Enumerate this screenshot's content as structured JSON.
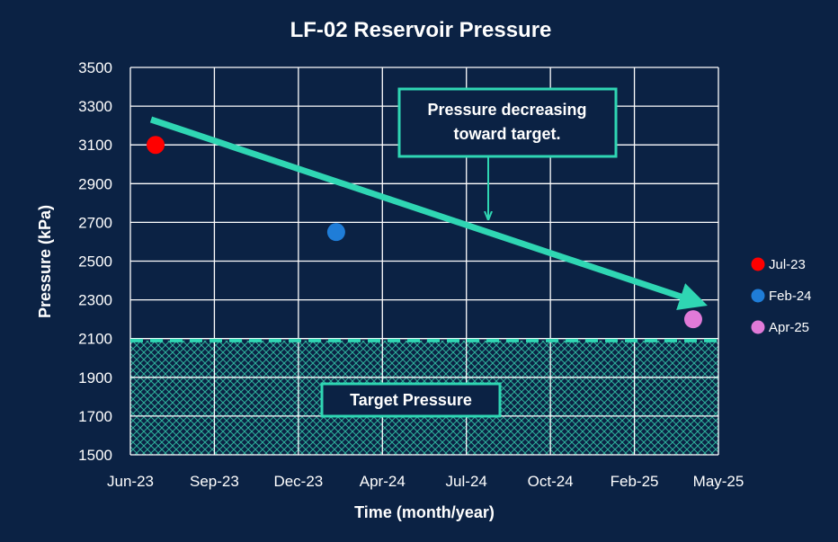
{
  "chart_data": {
    "type": "scatter",
    "title": "LF-02 Reservoir Pressure",
    "xlabel": "Time (month/year)",
    "ylabel": "Pressure (kPa)",
    "x_ticks": [
      "Jun-23",
      "Sep-23",
      "Dec-23",
      "Apr-24",
      "Jul-24",
      "Oct-24",
      "Feb-25",
      "May-25"
    ],
    "y_ticks": [
      1500,
      1700,
      1900,
      2100,
      2300,
      2500,
      2700,
      2900,
      3100,
      3300,
      3500
    ],
    "ylim": [
      1500,
      3500
    ],
    "xlim": [
      "2023-06-01",
      "2025-05-01"
    ],
    "grid": true,
    "legend_position": "right",
    "series": [
      {
        "name": "Jul-23",
        "x": "2023-07-01",
        "y": 3100,
        "color": "#ff0000"
      },
      {
        "name": "Feb-24",
        "x": "2024-02-01",
        "y": 2650,
        "color": "#1f7dd8"
      },
      {
        "name": "Apr-25",
        "x": "2025-04-01",
        "y": 2200,
        "color": "#e07ad8"
      }
    ],
    "target": {
      "value": 2090,
      "label": "Target Pressure",
      "color": "#2fd6b3"
    },
    "trend_annotation": {
      "text_lines": [
        "Pressure decreasing",
        "toward target."
      ],
      "color": "#2fd6b3"
    }
  }
}
